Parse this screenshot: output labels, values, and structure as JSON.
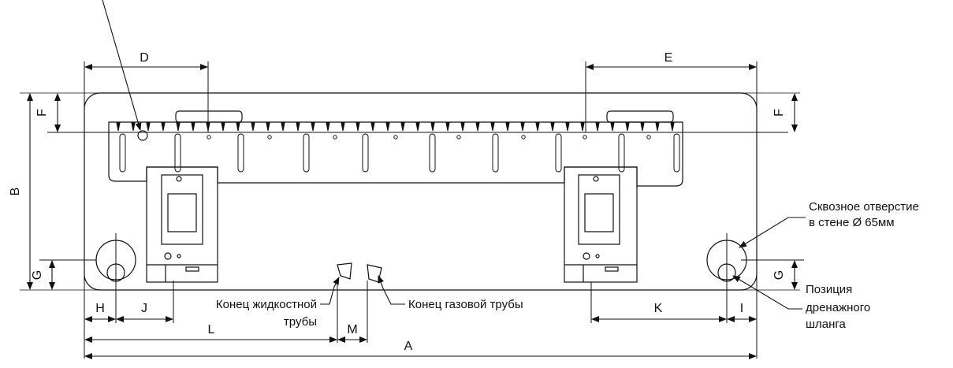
{
  "diagram": {
    "dimension_labels": {
      "A": "A",
      "B": "B",
      "D": "D",
      "E": "E",
      "F_left": "F",
      "F_right": "F",
      "G_left": "G",
      "G_right": "G",
      "H": "H",
      "I": "I",
      "J": "J",
      "K": "K",
      "L": "L",
      "M": "M"
    },
    "callouts": {
      "wall_hole_line1": "Сквозное отверстие",
      "wall_hole_line2": "в стене Ø 65мм",
      "drain_line1": "Позиция",
      "drain_line2": "дренажного",
      "drain_line3": "шланга",
      "liquid_pipe_line1": "Конец жидкостной",
      "liquid_pipe_line2": "трубы",
      "gas_pipe": "Конец газовой трубы"
    }
  }
}
